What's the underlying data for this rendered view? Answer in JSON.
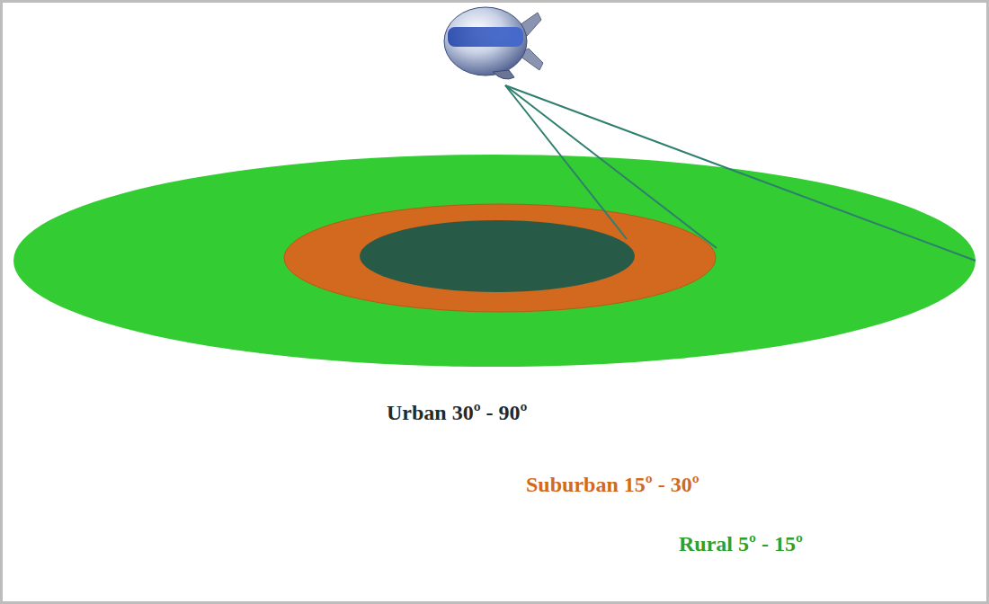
{
  "diagram": {
    "labels": [
      "Urban 30º - 90º",
      "Suburban 15º - 30º",
      "Rural 5º - 15º"
    ]
  }
}
